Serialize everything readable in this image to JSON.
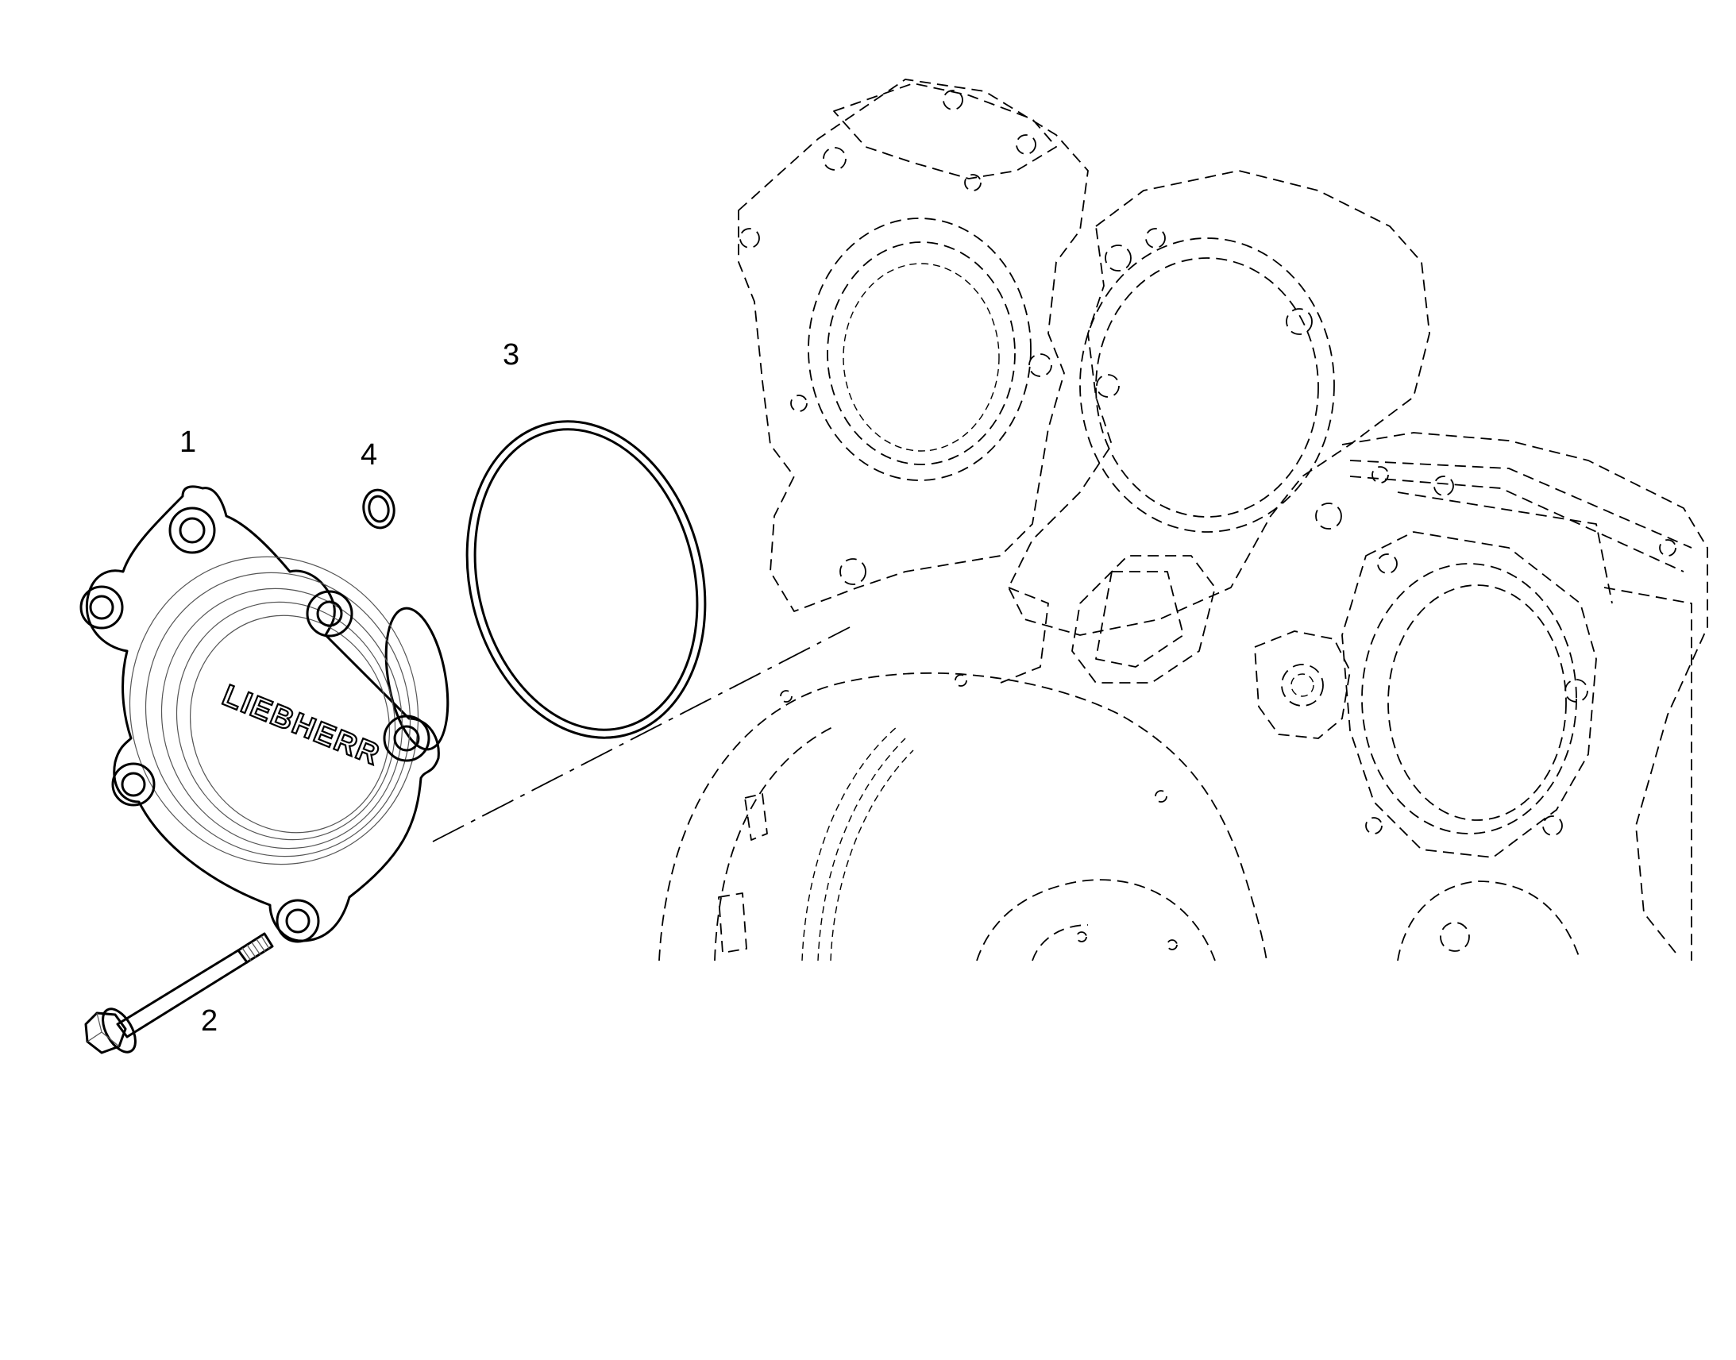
{
  "callouts": {
    "item1": "1",
    "item2": "2",
    "item3": "3",
    "item4": "4"
  },
  "logo_text": "LIEBHERR",
  "colors": {
    "line": "#000000",
    "background": "#ffffff"
  }
}
